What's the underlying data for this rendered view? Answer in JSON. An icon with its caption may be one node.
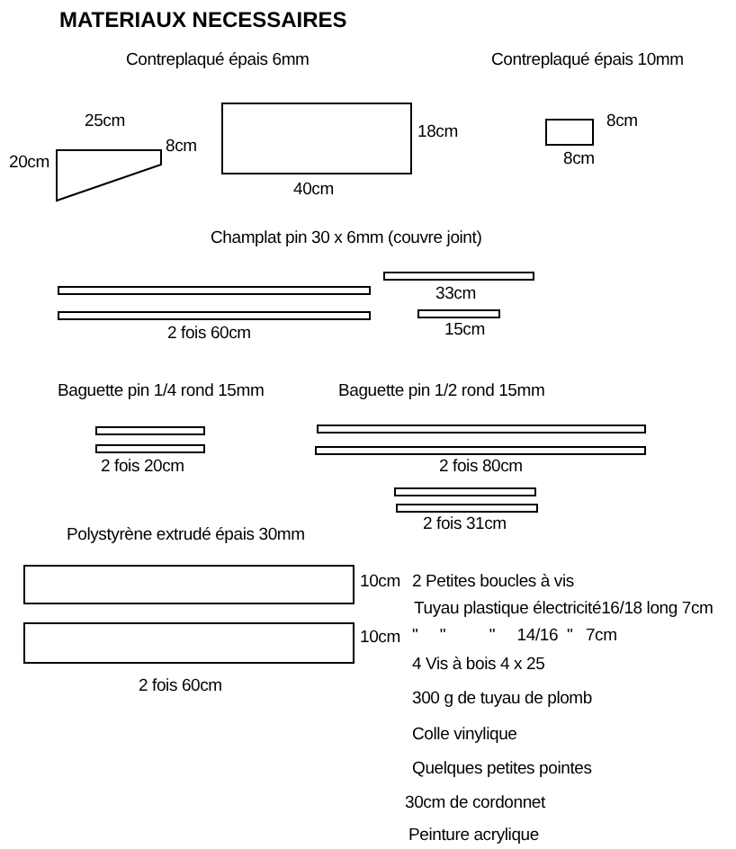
{
  "diagram": {
    "title": "MATERIAUX NECESSAIRES",
    "labels": [
      "Contreplaqué épais 6mm",
      "Contreplaqué épais 10mm",
      "25cm",
      "8cm",
      "20cm",
      "18cm",
      "40cm",
      "8cm",
      "8cm",
      "Champlat pin 30 x 6mm (couvre joint)",
      "33cm",
      "2 fois 60cm",
      "15cm",
      "Baguette pin 1/4 rond 15mm",
      "Baguette pin 1/2 rond 15mm",
      "2 fois 20cm",
      "2 fois 80cm",
      "2 fois 31cm",
      "Polystyrène extrudé épais 30mm",
      "10cm",
      "2 Petites boucles à vis",
      "Tuyau plastique électricité16/18 long 7cm",
      "10cm",
      "\"     \"          \"     14/16  \"   7cm",
      "4 Vis à bois 4 x 25",
      "2 fois 60cm",
      "300 g de tuyau de plomb",
      "Colle vinylique",
      "Quelques petites pointes",
      "30cm de cordonnet",
      "Peinture acrylique"
    ]
  }
}
